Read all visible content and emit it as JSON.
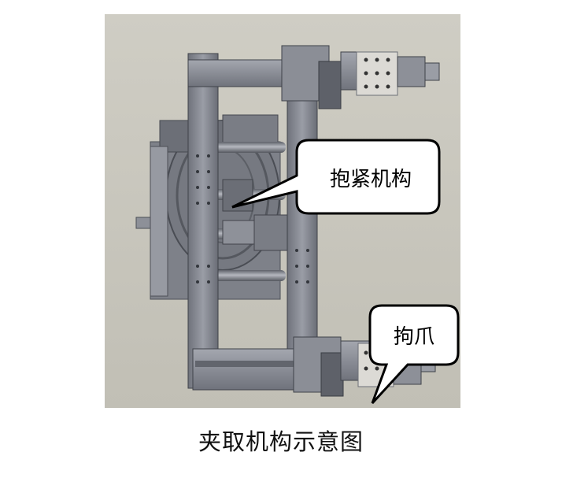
{
  "figure": {
    "callouts": [
      {
        "label": "抱紧机构"
      },
      {
        "label": "拘爪"
      }
    ],
    "caption": "夹取机构示意图"
  },
  "colors": {
    "background": "#c9c7bd",
    "frame": "#8a8d96",
    "frame_dark": "#5d6068",
    "plate": "#d9d7d2",
    "callout_fill": "#ffffff",
    "callout_stroke": "#000000"
  }
}
